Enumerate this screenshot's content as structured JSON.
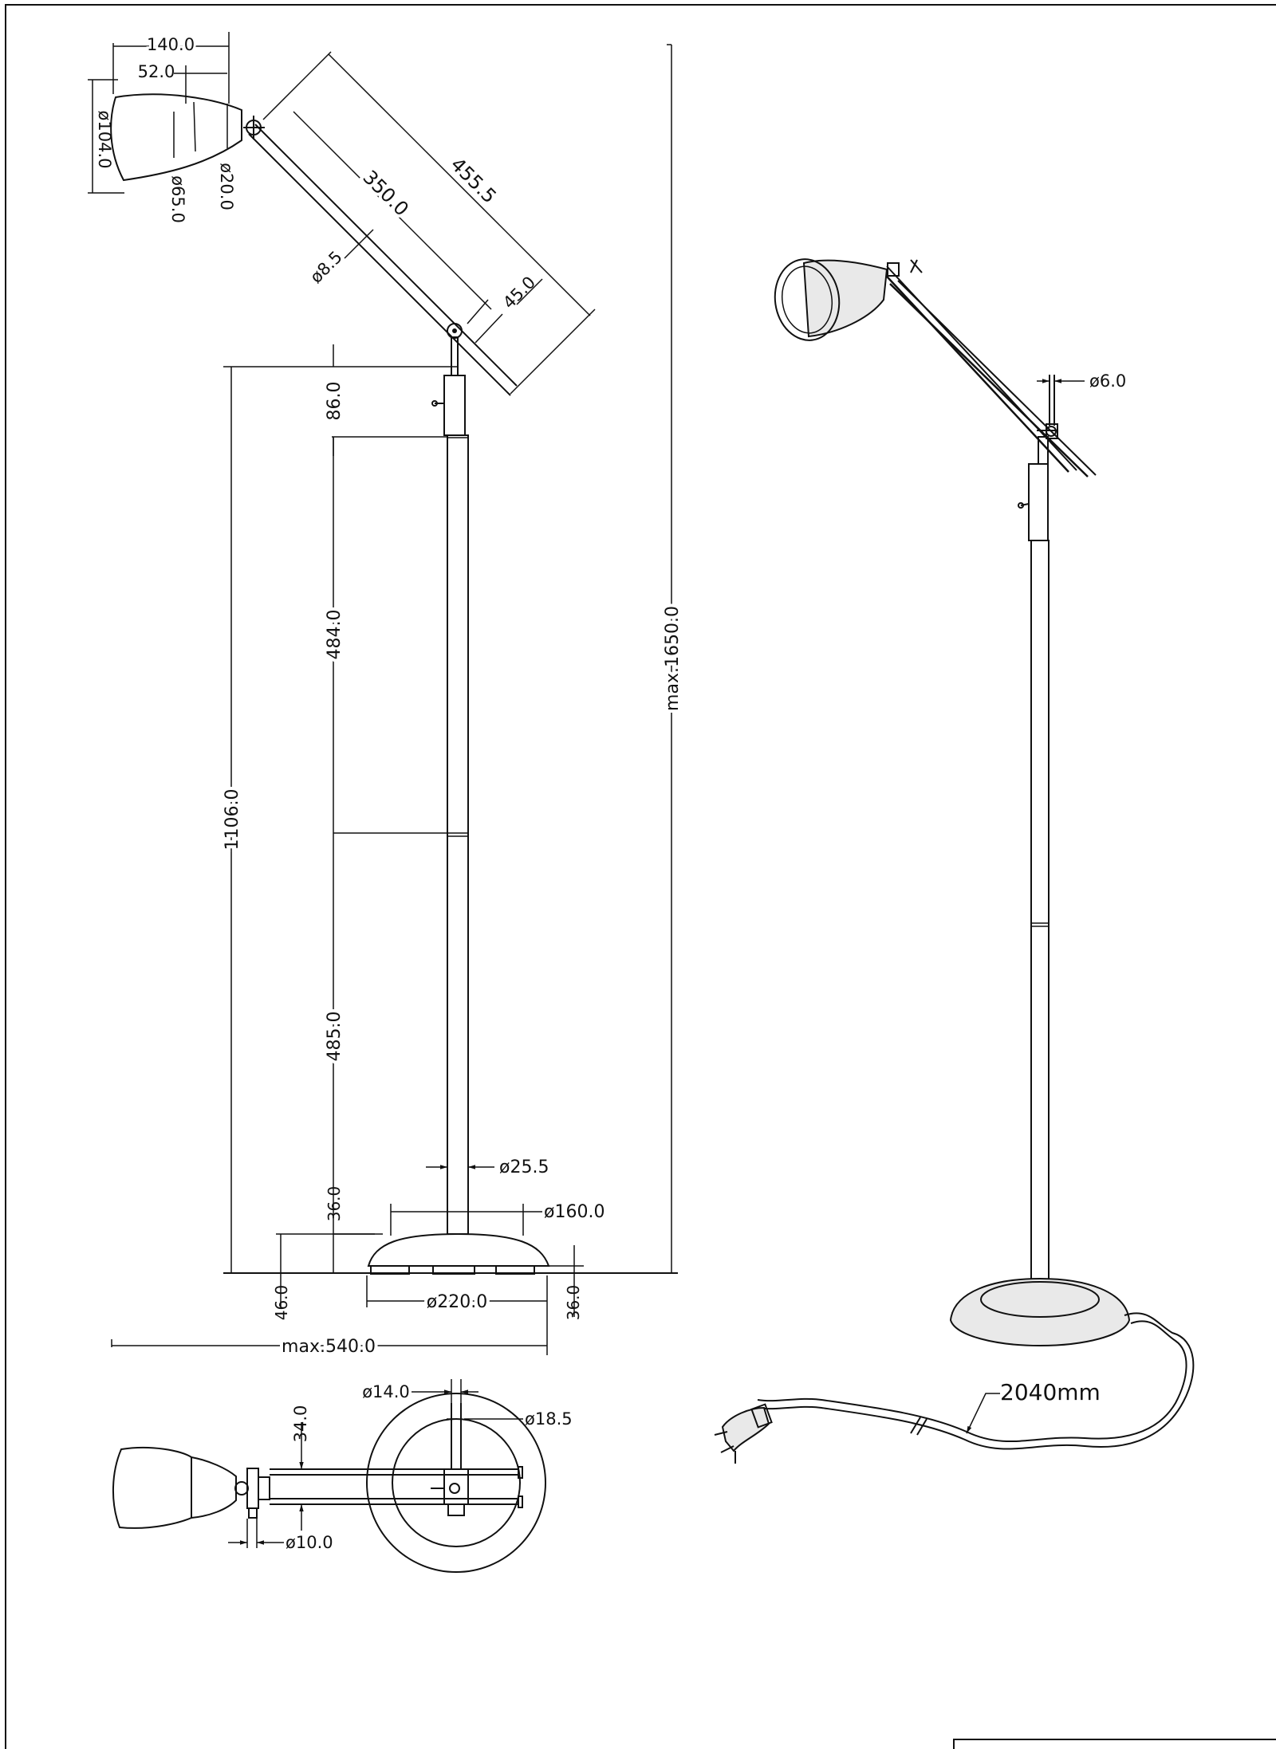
{
  "colors": {
    "line": "#111111",
    "background": "#ffffff"
  },
  "front_view": {
    "shade_width": "140.0",
    "shade_rear_width": "52.0",
    "shade_diameter": "ø104.0",
    "shade_neck_diameter": "ø65.0",
    "joint_diameter": "ø20.0",
    "arm_length_total": "455.5",
    "arm_length": "350.0",
    "arm_diameter": "ø8.5",
    "arm_offset": "45.0",
    "top_section": "86.0",
    "upper_tube": "484.0",
    "lower_tube": "485.0",
    "pole_height": "1106.0",
    "base_top_height": "36.0",
    "pole_diameter": "ø25.5",
    "base_top_diameter": "ø160.0",
    "base_height": "46.0",
    "base_diameter": "ø220.0",
    "foot_height": "36.0",
    "max_reach": "max.540.0",
    "max_height": "max.1650.0"
  },
  "top_view": {
    "clamp_width": "ø14.0",
    "clamp_outer": "ø18.5",
    "arm_spacing": "34.0",
    "knob_diameter": "ø10.0"
  },
  "perspective_view": {
    "rod_diameter": "ø6.0",
    "cable_length": "2040mm"
  }
}
